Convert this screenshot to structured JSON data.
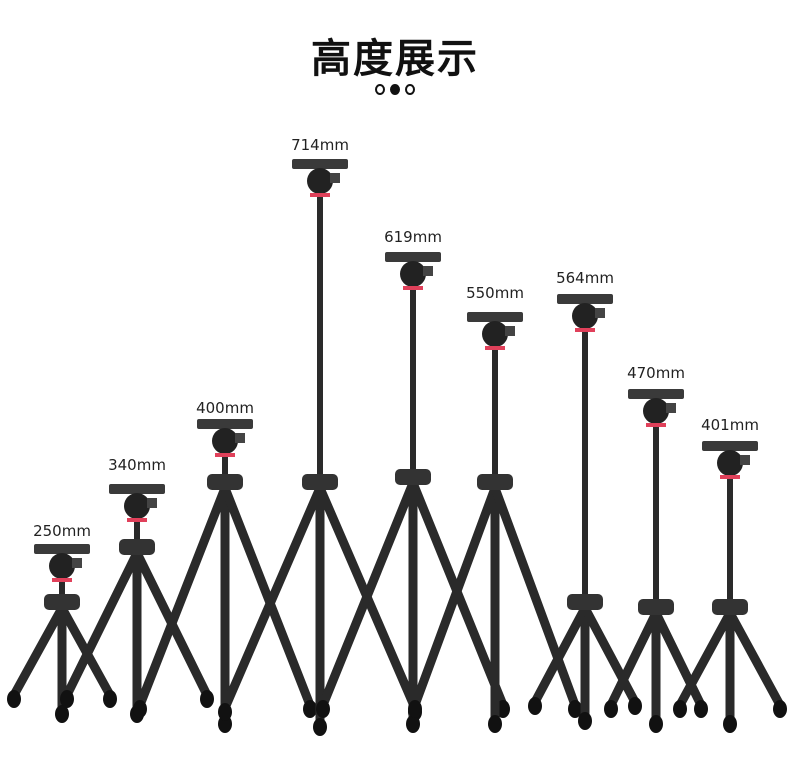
{
  "title": "高度展示",
  "pagination": {
    "count": 3,
    "active": 2
  },
  "tripods": [
    {
      "height_label": "250mm",
      "height_mm": 250
    },
    {
      "height_label": "340mm",
      "height_mm": 340
    },
    {
      "height_label": "400mm",
      "height_mm": 400
    },
    {
      "height_label": "714mm",
      "height_mm": 714
    },
    {
      "height_label": "619mm",
      "height_mm": 619
    },
    {
      "height_label": "550mm",
      "height_mm": 550
    },
    {
      "height_label": "564mm",
      "height_mm": 564
    },
    {
      "height_label": "470mm",
      "height_mm": 470
    },
    {
      "height_label": "401mm",
      "height_mm": 401
    }
  ],
  "colors": {
    "accent": "#e0405a",
    "body": "#2a2a2a"
  }
}
